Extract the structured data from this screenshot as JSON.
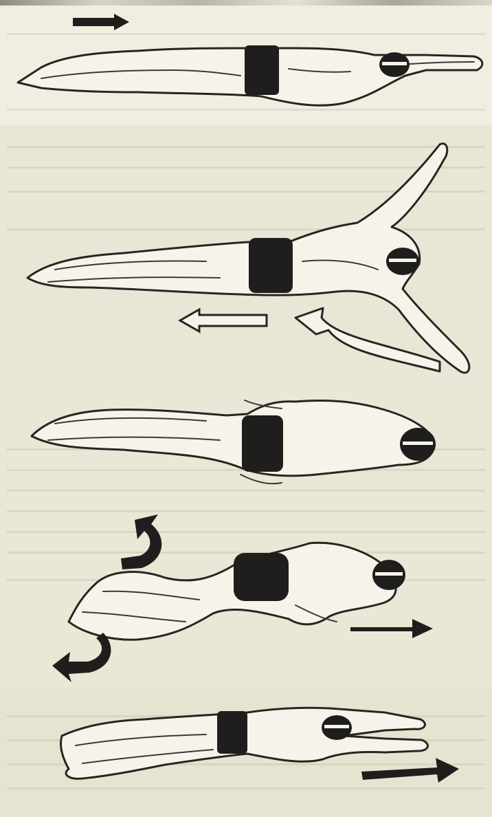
{
  "diagram": {
    "figures": [
      {
        "id": "glide",
        "direction": "right"
      },
      {
        "id": "arm-pull",
        "direction": "left"
      },
      {
        "id": "recovery",
        "direction": "right"
      },
      {
        "id": "kick",
        "direction": "right"
      },
      {
        "id": "final-glide",
        "direction": "right"
      }
    ],
    "icons": [
      "arrow-right-icon",
      "arrow-left-icon",
      "curved-arrow-icon",
      "rotation-arrow-icon",
      "swimmer-icon"
    ],
    "colors": {
      "paper": "#ebe8d7",
      "ink": "#1f1e1c",
      "skin": "#f6f4ea"
    }
  }
}
